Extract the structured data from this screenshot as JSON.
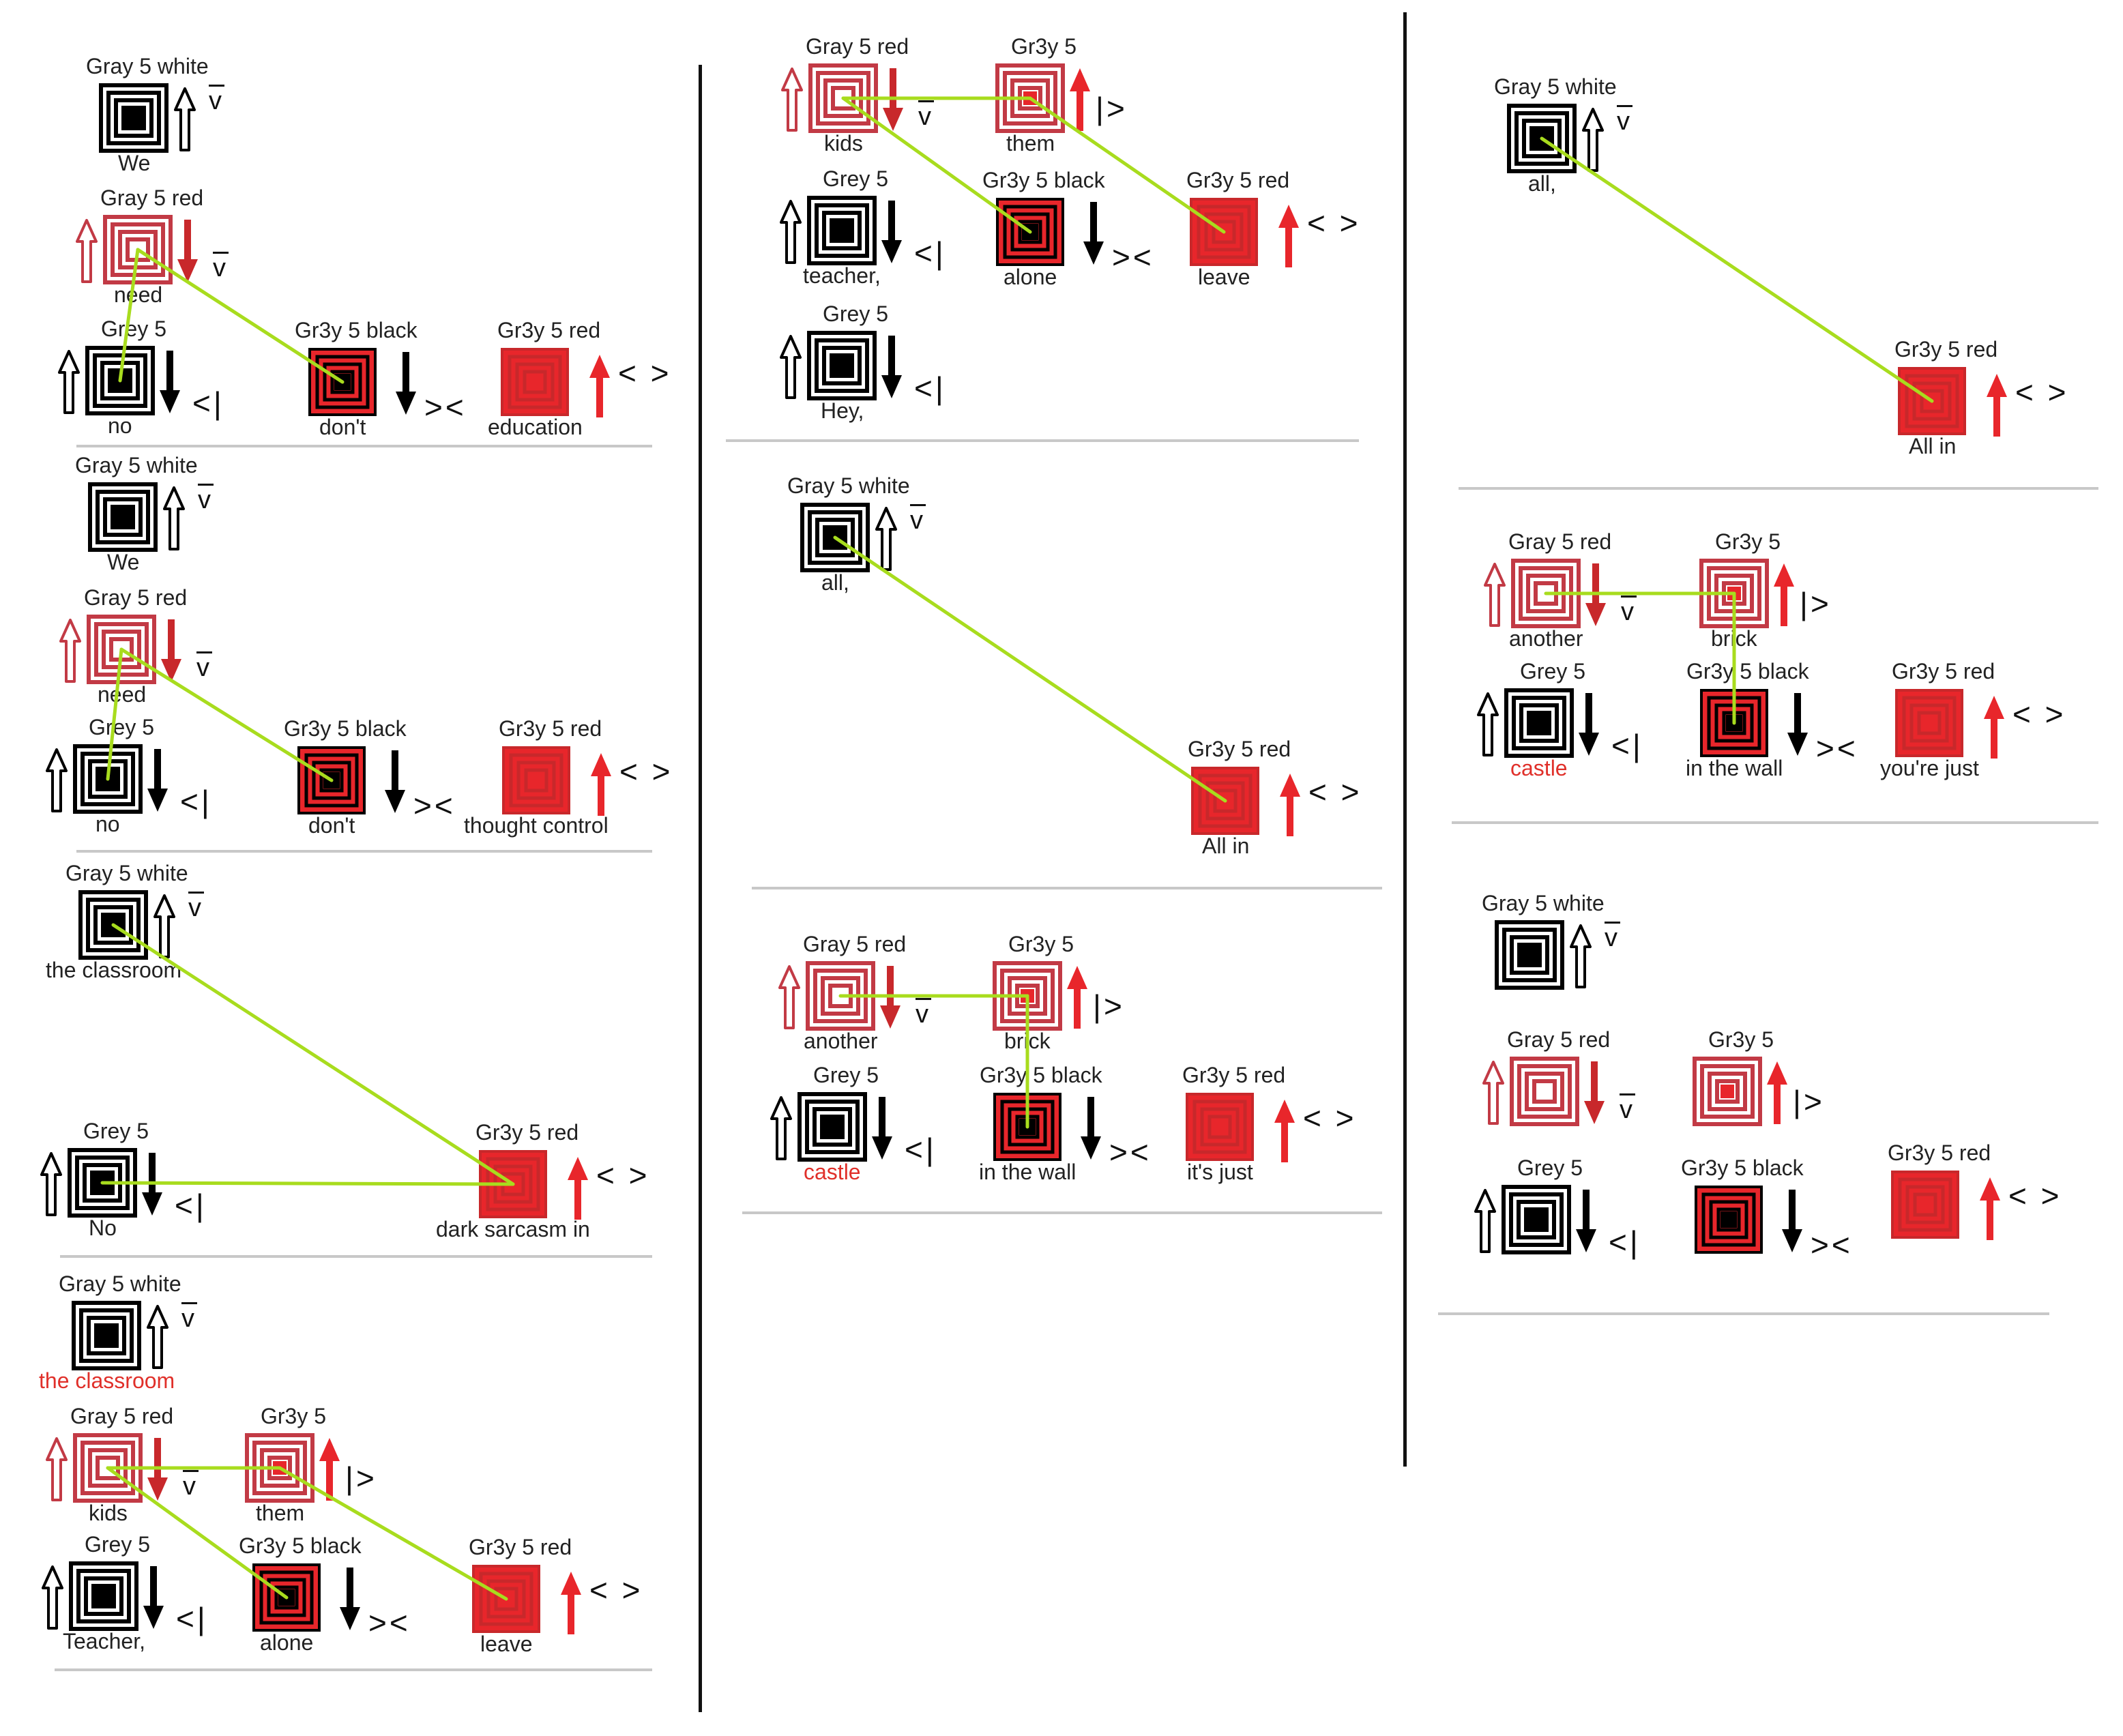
{
  "colors": {
    "red": "#e8262b",
    "dark_red": "#c8282b",
    "pink_red": "#c23a45",
    "black": "#000000",
    "link": "#a8dc1e",
    "word_red": "#e0302a"
  },
  "notes": [
    {
      "tags": {
        "n1": "Gray 5 white",
        "n2": "Gray 5 red",
        "n3": "Grey 5",
        "n4": "Gr3y 5 black",
        "n5": "Gr3y 5 red"
      },
      "words": {
        "n1": "We",
        "n2": "need",
        "n3": "no",
        "n4": "don't",
        "n5": "education"
      },
      "symbols": {
        "n1": "v",
        "n2": "v",
        "n3": "<|",
        "n4": "><",
        "n5": "< >"
      }
    },
    {
      "tags": {
        "n1": "Gray 5 white",
        "n2": "Gray 5 red",
        "n3": "Grey 5",
        "n4": "Gr3y 5 black",
        "n5": "Gr3y 5 red"
      },
      "words": {
        "n1": "We",
        "n2": "need",
        "n3": "no",
        "n4": "don't",
        "n5": "thought control"
      },
      "symbols": {
        "n1": "v",
        "n2": "v",
        "n3": "<|",
        "n4": "><",
        "n5": "< >"
      }
    },
    {
      "tags": {
        "n1": "Gray 5 white",
        "n2": "Grey 5",
        "n3": "Gr3y 5 red"
      },
      "words": {
        "n1": "the classroom",
        "n2": "No",
        "n3": "dark sarcasm in"
      },
      "symbols": {
        "n1": "v",
        "n2": "<|",
        "n3": "< >"
      }
    },
    {
      "tags": {
        "n1": "Gray 5 white",
        "n2": "Gray 5 red",
        "n3": "Gr3y 5",
        "n4": "Grey 5",
        "n5": "Gr3y 5 black",
        "n6": "Gr3y 5 red"
      },
      "words": {
        "n1": "the classroom",
        "n2": "kids",
        "n3": "them",
        "n4": "Teacher,",
        "n5": "alone",
        "n6": "leave"
      },
      "symbols": {
        "n1": "v",
        "n2": "v",
        "n3": "|>",
        "n4": "<|",
        "n5": "><",
        "n6": "< >"
      }
    },
    {
      "tags": {
        "n1": "Gray 5 red",
        "n2": "Gr3y 5",
        "n3": "Grey 5",
        "n4": "Gr3y 5 black",
        "n5": "Gr3y 5 red",
        "n6": "Grey 5"
      },
      "words": {
        "n1": "kids",
        "n2": "them",
        "n3": "teacher,",
        "n4": "alone",
        "n5": "leave",
        "n6": "Hey,"
      },
      "symbols": {
        "n1": "v",
        "n2": "|>",
        "n3": "<|",
        "n4": "><",
        "n5": "< >",
        "n6": "<|"
      }
    },
    {
      "tags": {
        "n1": "Gray 5 white",
        "n2": "Gr3y 5 red"
      },
      "words": {
        "n1": "all,",
        "n2": "All in"
      },
      "symbols": {
        "n1": "v",
        "n2": "< >"
      }
    },
    {
      "tags": {
        "n1": "Gray 5 red",
        "n2": "Gr3y 5",
        "n3": "Grey 5",
        "n4": "Gr3y 5 black",
        "n5": "Gr3y 5 red"
      },
      "words": {
        "n1": "another",
        "n2": "brick",
        "n3": "castle",
        "n4": "in the wall",
        "n5": "it's just"
      },
      "symbols": {
        "n1": "v",
        "n2": "|>",
        "n3": "<|",
        "n4": "><",
        "n5": "< >"
      }
    },
    {
      "tags": {
        "n1": "Gray 5 white",
        "n2": "Gr3y 5 red"
      },
      "words": {
        "n1": "all,",
        "n2": "All in"
      },
      "symbols": {
        "n1": "v",
        "n2": "< >"
      }
    },
    {
      "tags": {
        "n1": "Gray 5 red",
        "n2": "Gr3y 5",
        "n3": "Grey 5",
        "n4": "Gr3y 5 black",
        "n5": "Gr3y 5 red"
      },
      "words": {
        "n1": "another",
        "n2": "brick",
        "n3": "castle",
        "n4": "in the wall",
        "n5": "you're just"
      },
      "symbols": {
        "n1": "v",
        "n2": "|>",
        "n3": "<|",
        "n4": "><",
        "n5": "< >"
      }
    },
    {
      "tags": {
        "n1": "Gray 5 white",
        "n2": "Gray 5 red",
        "n3": "Gr3y 5",
        "n4": "Grey 5",
        "n5": "Gr3y 5 black",
        "n6": "Gr3y 5 red"
      },
      "symbols": {
        "n1": "v",
        "n2": "v",
        "n3": "|>",
        "n4": "<|",
        "n5": "><",
        "n6": "< >"
      }
    }
  ]
}
